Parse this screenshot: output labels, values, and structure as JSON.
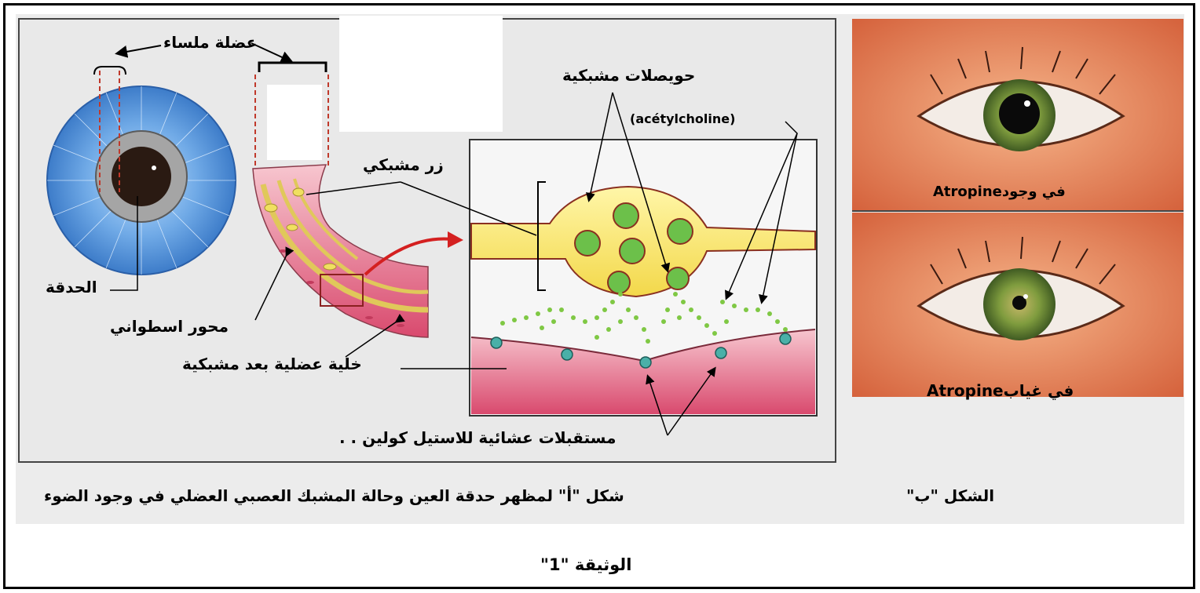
{
  "labels": {
    "smooth_muscle": "عضلة ملساء",
    "synaptic_vesicles": "حويصلات مشبكية",
    "acetylcholine": "(acétylcholine)",
    "synaptic_knob": "زر مشبكي",
    "pupil": "الحدقة",
    "axon": "محور اسطواني",
    "postsynaptic_cell": "خلية عضلية بعد مشبكية",
    "receptors": "مستقبلات عشائية للاستيل كولين . .",
    "with_atropine": "في وجود",
    "with_atropine_drug": "Atropine",
    "without_atropine": "في غياب",
    "without_atropine_drug": "Atropine"
  },
  "captions": {
    "figure_a": "شكل \"أ\" لمظهر حدقة العين وحالة المشبك العصبي العضلي في وجود الضوء",
    "figure_b": "الشكل \"ب\"",
    "document": "الوثيقة \"1\""
  },
  "colors": {
    "iris_blue": "#4a90d9",
    "axon_yellow": "#f5e05a",
    "muscle_pink": "#d94a6e",
    "vesicle_green": "#6cc04a",
    "arrow_red": "#d42020"
  }
}
